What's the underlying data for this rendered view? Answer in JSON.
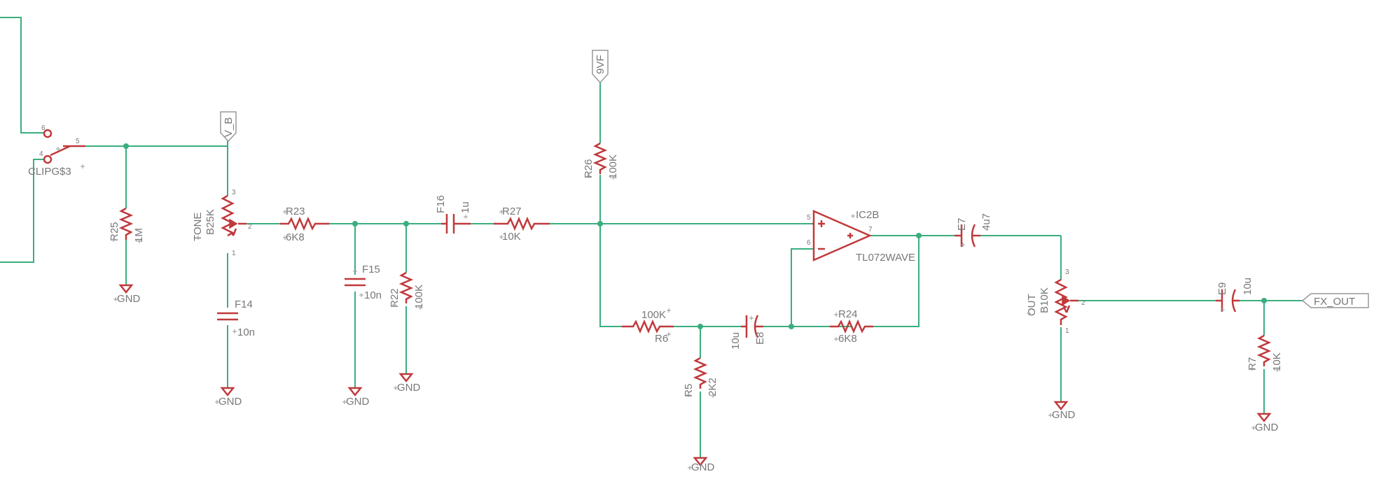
{
  "colors": {
    "wire": "#3aae7e",
    "part": "#c0393b",
    "label": "#777777"
  },
  "labels": {
    "clip": "CLIPG$3",
    "clip_pin5": "5",
    "clip_pin4": "4",
    "clip_pin6": "6",
    "r25_name": "R25",
    "r25_val": "1M",
    "tone_name": "TONE",
    "tone_val": "B25K",
    "tone_p1": "1",
    "tone_p2": "2",
    "tone_p3": "3",
    "vb": "V_B",
    "c14_name": "F14",
    "c14_val": "10n",
    "r23_name": "R23",
    "r23_val": "6K8",
    "c15_name": "F15",
    "c15_val": "10n",
    "r22_name": "R22",
    "r22_val": "100K",
    "c16_name": "F16",
    "c16_val": "1u",
    "r27_name": "R27",
    "r27_val": "10K",
    "vf": "9VF",
    "r26_name": "R26",
    "r26_val": "100K",
    "ic_name": "IC2B",
    "ic_val": "TL072WAVE",
    "ic_p5": "5",
    "ic_p6": "6",
    "ic_p7": "7",
    "r6_name": "R6",
    "r6_val": "100K",
    "c8_name": "E8",
    "c8_val": "10u",
    "r24_name": "R24",
    "r24_val": "6K8",
    "r5_name": "R5",
    "r5_val": "2K2",
    "c7_name": "E7",
    "c7_val": "4u7",
    "out_name": "OUT",
    "out_val": "B10K",
    "out_p1": "1",
    "out_p2": "2",
    "out_p3": "3",
    "c9_name": "E9",
    "c9_val": "10u",
    "fxout": "FX_OUT",
    "r7_name": "R7",
    "r7_val": "10K",
    "gnd": "GND"
  }
}
